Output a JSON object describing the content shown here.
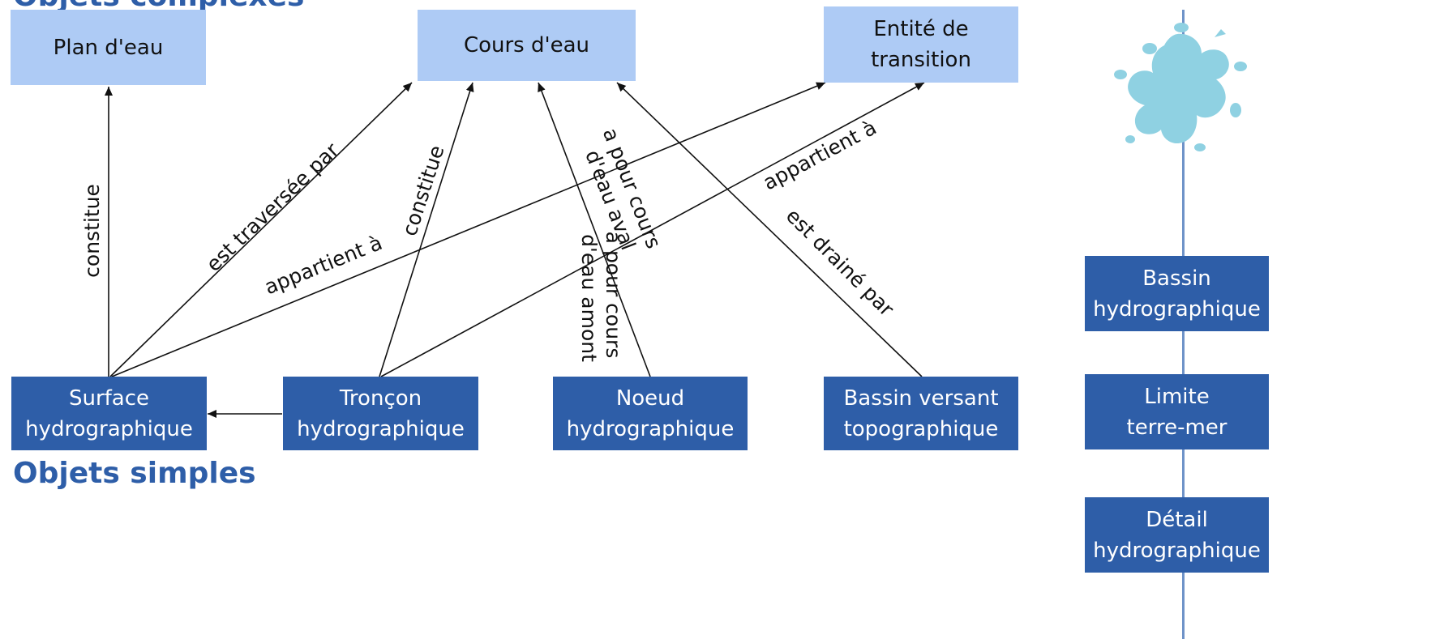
{
  "sections": {
    "top_title": "Objets complexes",
    "bottom_title": "Objets simples"
  },
  "complex_objects": {
    "plan_eau": [
      "Plan d'eau"
    ],
    "cours_eau": [
      "Cours d'eau"
    ],
    "entite_transition": [
      "Entité de",
      "transition"
    ]
  },
  "simple_objects": {
    "surface": [
      "Surface",
      "hydrographique"
    ],
    "troncon": [
      "Tronçon",
      "hydrographique"
    ],
    "noeud": [
      "Noeud",
      "hydrographique"
    ],
    "bassin_versant": [
      "Bassin versant",
      "topographique"
    ]
  },
  "side_objects": {
    "bassin_hydro": [
      "Bassin",
      "hydrographique"
    ],
    "limite": [
      "Limite",
      "terre-mer"
    ],
    "detail": [
      "Détail",
      "hydrographique"
    ]
  },
  "relations": {
    "surface_constitue_plan": "constitue",
    "surface_traversee_cours": "est traversée par",
    "surface_appartient_entite": "appartient à",
    "troncon_constitue_cours": "constitue",
    "troncon_appartient_entite": "appartient à",
    "noeud_aval": [
      "a pour cours",
      "d'eau aval"
    ],
    "noeud_amont": [
      "a pour cours",
      "d'eau amont"
    ],
    "bassin_draine": "est drainé par"
  },
  "colors": {
    "complex_fill": "#aecbf5",
    "simple_fill": "#2e5ea8",
    "title": "#2e5ea8",
    "divider": "#6f93c8",
    "splash": "#8fd1e2"
  },
  "icons": {
    "splash": "water-splash-icon"
  }
}
